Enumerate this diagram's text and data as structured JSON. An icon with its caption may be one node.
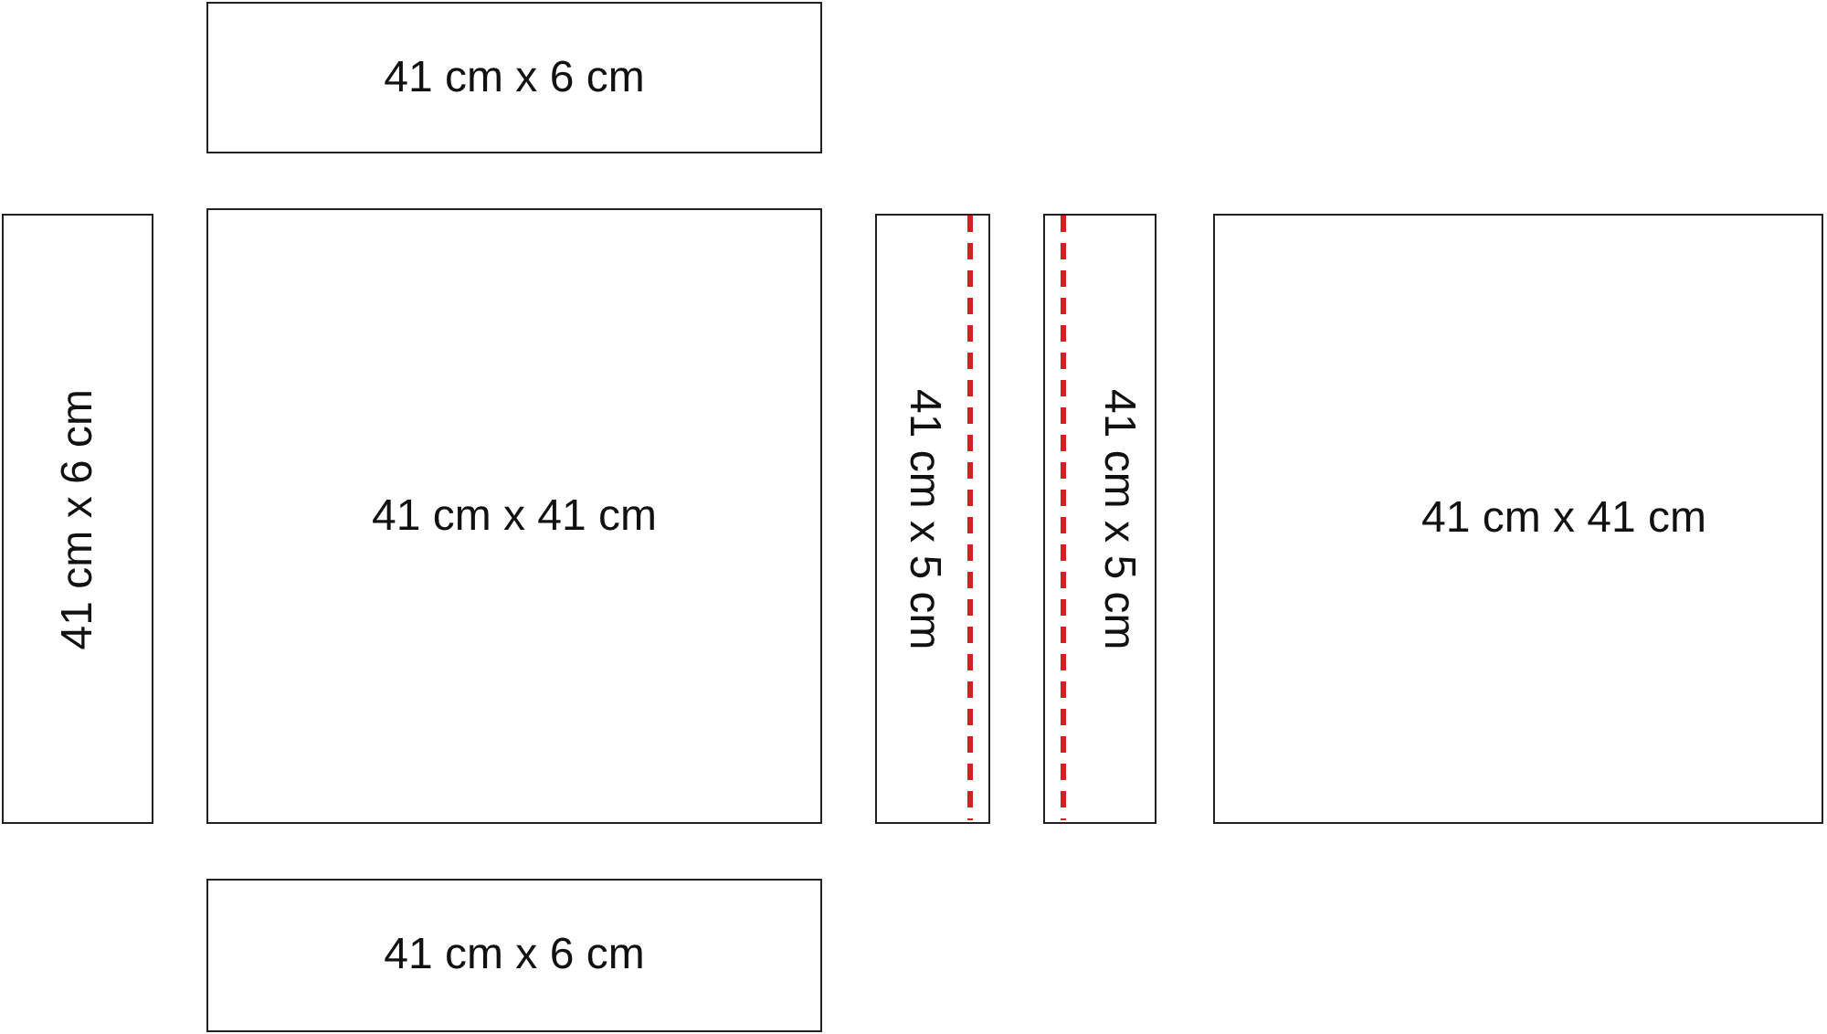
{
  "diagram": {
    "nodes": [
      {
        "text": [
          "41 cm x 6 cm"
        ]
      },
      {
        "text": [
          "41 cm x 6 cm"
        ]
      },
      {
        "text": [
          "41 cm x 41 cm"
        ]
      },
      {
        "text": [
          "41 cm x 5 cm"
        ]
      },
      {
        "text": [
          "41 cm x 5 cm"
        ]
      },
      {
        "text": [
          "41 cm x 41 cm"
        ]
      },
      {
        "text": [
          "41 cm x 6 cm"
        ]
      }
    ]
  }
}
